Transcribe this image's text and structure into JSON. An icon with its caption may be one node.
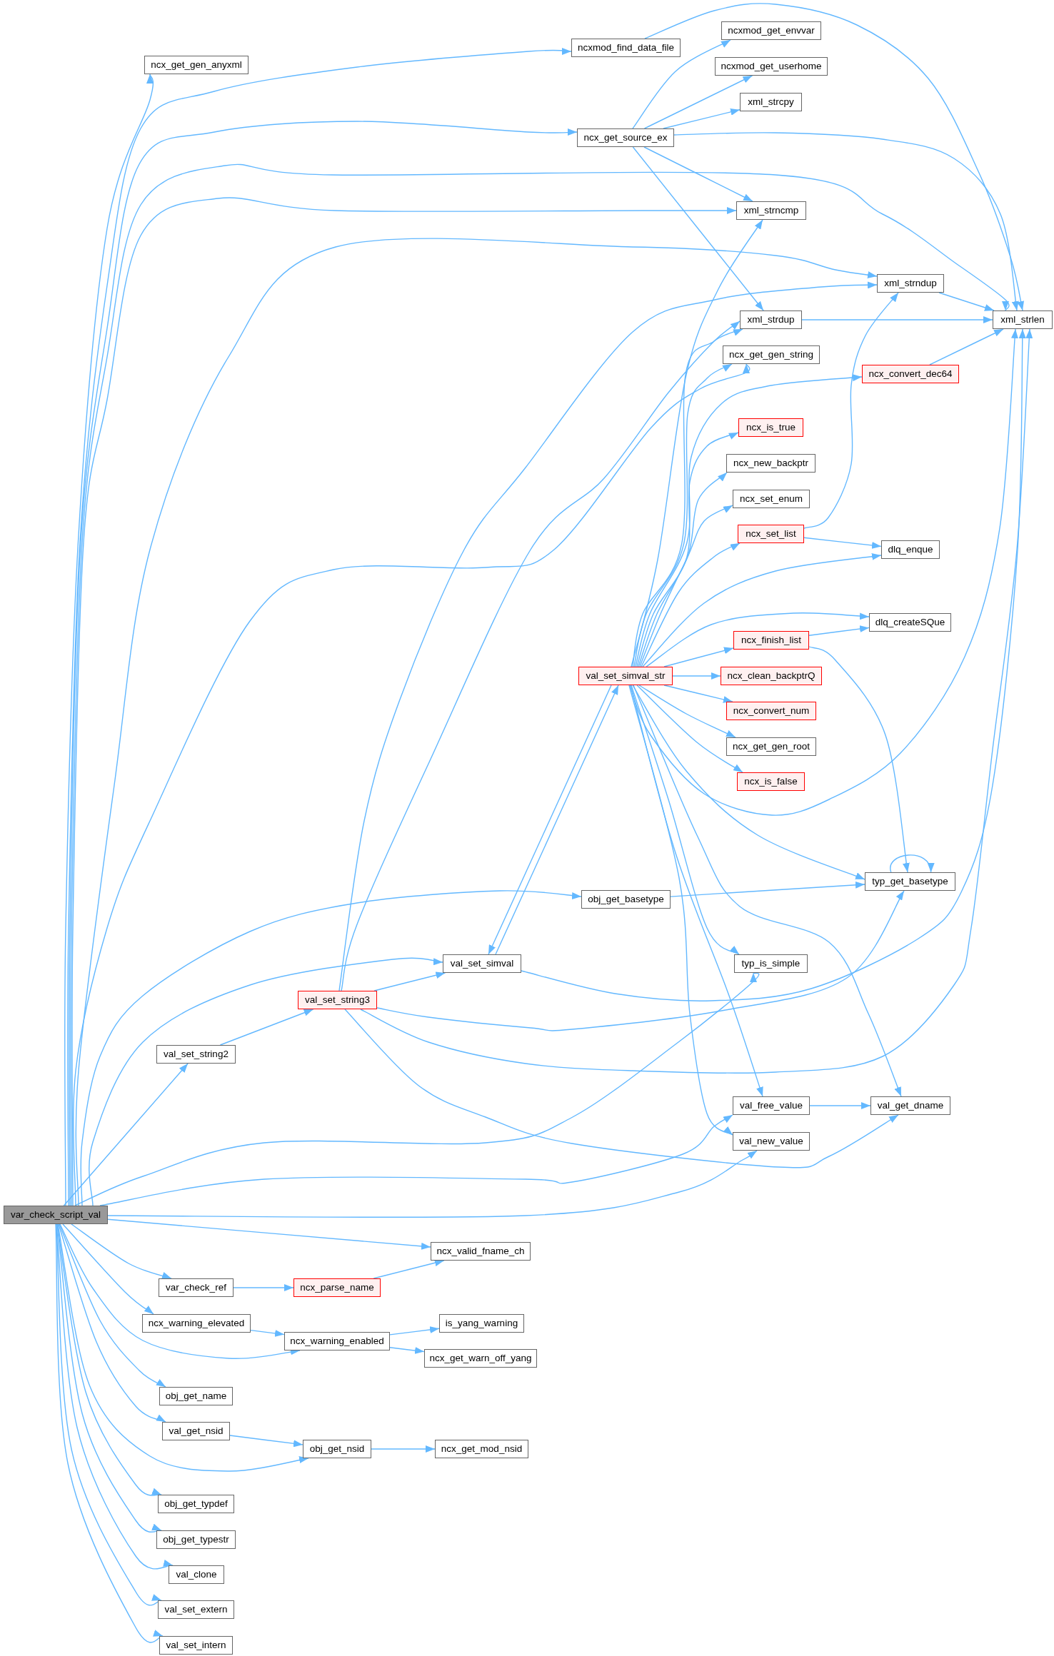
{
  "diagram": {
    "nodes": [
      {
        "text": [
          "ncx_get_gen_anyxml"
        ]
      },
      {
        "text": [
          "ncxmod_find_data_file"
        ]
      },
      {
        "text": [
          "ncxmod_get_envvar"
        ]
      },
      {
        "text": [
          "ncxmod_get_userhome"
        ]
      },
      {
        "text": [
          "xml_strcpy"
        ]
      },
      {
        "text": [
          "ncx_get_source_ex"
        ]
      },
      {
        "text": [
          "xml_strncmp"
        ]
      },
      {
        "text": [
          "xml_strndup"
        ]
      },
      {
        "text": [
          "xml_strdup"
        ]
      },
      {
        "text": [
          "xml_strlen"
        ]
      },
      {
        "text": [
          "ncx_get_gen_string"
        ]
      },
      {
        "text": [
          "ncx_convert_dec64"
        ]
      },
      {
        "text": [
          "ncx_is_true"
        ]
      },
      {
        "text": [
          "ncx_new_backptr"
        ]
      },
      {
        "text": [
          "ncx_set_enum"
        ]
      },
      {
        "text": [
          "ncx_set_list"
        ]
      },
      {
        "text": [
          "dlq_enque"
        ]
      },
      {
        "text": [
          "dlq_createSQue"
        ]
      },
      {
        "text": [
          "ncx_finish_list"
        ]
      },
      {
        "text": [
          "val_set_simval_str"
        ]
      },
      {
        "text": [
          "ncx_clean_backptrQ"
        ]
      },
      {
        "text": [
          "ncx_convert_num"
        ]
      },
      {
        "text": [
          "ncx_get_gen_root"
        ]
      },
      {
        "text": [
          "ncx_is_false"
        ]
      },
      {
        "text": [
          "typ_get_basetype"
        ]
      },
      {
        "text": [
          "obj_get_basetype"
        ]
      },
      {
        "text": [
          "val_set_simval"
        ]
      },
      {
        "text": [
          "typ_is_simple"
        ]
      },
      {
        "text": [
          "val_set_string3"
        ]
      },
      {
        "text": [
          "val_set_string2"
        ]
      },
      {
        "text": [
          "val_free_value"
        ]
      },
      {
        "text": [
          "val_get_dname"
        ]
      },
      {
        "text": [
          "val_new_value"
        ]
      },
      {
        "text": [
          "var_check_script_val"
        ]
      },
      {
        "text": [
          "ncx_valid_fname_ch"
        ]
      },
      {
        "text": [
          "var_check_ref"
        ]
      },
      {
        "text": [
          "ncx_parse_name"
        ]
      },
      {
        "text": [
          "ncx_warning_elevated"
        ]
      },
      {
        "text": [
          "is_yang_warning"
        ]
      },
      {
        "text": [
          "ncx_warning_enabled"
        ]
      },
      {
        "text": [
          "ncx_get_warn_off_yang"
        ]
      },
      {
        "text": [
          "obj_get_name"
        ]
      },
      {
        "text": [
          "val_get_nsid"
        ]
      },
      {
        "text": [
          "obj_get_nsid"
        ]
      },
      {
        "text": [
          "ncx_get_mod_nsid"
        ]
      },
      {
        "text": [
          "obj_get_typdef"
        ]
      },
      {
        "text": [
          "obj_get_typestr"
        ]
      },
      {
        "text": [
          "val_clone"
        ]
      },
      {
        "text": [
          "val_set_extern"
        ]
      },
      {
        "text": [
          "val_set_intern"
        ]
      }
    ],
    "edges": [
      {
        "from": 33,
        "to": 0,
        "arrow": "to"
      },
      {
        "from": 33,
        "to": 1,
        "arrow": "to"
      },
      {
        "from": 33,
        "to": 5,
        "arrow": "to"
      },
      {
        "from": 33,
        "to": 9,
        "arrow": "to"
      },
      {
        "from": 33,
        "to": 6,
        "arrow": "to"
      },
      {
        "from": 33,
        "to": 7,
        "arrow": "to"
      },
      {
        "from": 33,
        "to": 10,
        "arrow": "to"
      },
      {
        "from": 33,
        "to": 25,
        "arrow": "to"
      },
      {
        "from": 33,
        "to": 26,
        "arrow": "to"
      },
      {
        "from": 33,
        "to": 29,
        "arrow": "to"
      },
      {
        "from": 33,
        "to": 27,
        "arrow": "to"
      },
      {
        "from": 33,
        "to": 30,
        "arrow": "to"
      },
      {
        "from": 33,
        "to": 32,
        "arrow": "to"
      },
      {
        "from": 33,
        "to": 34,
        "arrow": "to"
      },
      {
        "from": 33,
        "to": 35,
        "arrow": "to"
      },
      {
        "from": 33,
        "to": 37,
        "arrow": "to"
      },
      {
        "from": 33,
        "to": 39,
        "arrow": "to"
      },
      {
        "from": 33,
        "to": 41,
        "arrow": "to"
      },
      {
        "from": 33,
        "to": 42,
        "arrow": "to"
      },
      {
        "from": 33,
        "to": 43,
        "arrow": "to"
      },
      {
        "from": 33,
        "to": 45,
        "arrow": "to"
      },
      {
        "from": 33,
        "to": 46,
        "arrow": "to"
      },
      {
        "from": 33,
        "to": 47,
        "arrow": "to"
      },
      {
        "from": 33,
        "to": 48,
        "arrow": "to"
      },
      {
        "from": 33,
        "to": 49,
        "arrow": "to"
      },
      {
        "from": 1,
        "to": 9,
        "arrow": "to"
      },
      {
        "from": 5,
        "to": 2,
        "arrow": "to"
      },
      {
        "from": 5,
        "to": 3,
        "arrow": "to"
      },
      {
        "from": 5,
        "to": 4,
        "arrow": "to"
      },
      {
        "from": 5,
        "to": 9,
        "arrow": "to"
      },
      {
        "from": 5,
        "to": 6,
        "arrow": "to"
      },
      {
        "from": 5,
        "to": 8,
        "arrow": "to"
      },
      {
        "from": 7,
        "to": 9,
        "arrow": "to"
      },
      {
        "from": 8,
        "to": 9,
        "arrow": "to"
      },
      {
        "from": 11,
        "to": 9,
        "arrow": "to"
      },
      {
        "from": 15,
        "to": 7,
        "arrow": "to"
      },
      {
        "from": 15,
        "to": 16,
        "arrow": "to"
      },
      {
        "from": 18,
        "to": 17,
        "arrow": "to"
      },
      {
        "from": 18,
        "to": 24,
        "arrow": "to"
      },
      {
        "from": 24,
        "to": 24,
        "arrow": "to"
      },
      {
        "from": 25,
        "to": 24,
        "arrow": "to"
      },
      {
        "from": 19,
        "to": 6,
        "arrow": "to"
      },
      {
        "from": 19,
        "to": 8,
        "arrow": "to"
      },
      {
        "from": 19,
        "to": 10,
        "arrow": "to"
      },
      {
        "from": 19,
        "to": 11,
        "arrow": "to"
      },
      {
        "from": 19,
        "to": 12,
        "arrow": "to"
      },
      {
        "from": 19,
        "to": 13,
        "arrow": "to"
      },
      {
        "from": 19,
        "to": 14,
        "arrow": "to"
      },
      {
        "from": 19,
        "to": 15,
        "arrow": "to"
      },
      {
        "from": 19,
        "to": 16,
        "arrow": "to"
      },
      {
        "from": 19,
        "to": 17,
        "arrow": "to"
      },
      {
        "from": 19,
        "to": 18,
        "arrow": "to"
      },
      {
        "from": 19,
        "to": 20,
        "arrow": "to"
      },
      {
        "from": 19,
        "to": 21,
        "arrow": "to"
      },
      {
        "from": 19,
        "to": 22,
        "arrow": "to"
      },
      {
        "from": 19,
        "to": 23,
        "arrow": "to"
      },
      {
        "from": 19,
        "to": 9,
        "arrow": "to"
      },
      {
        "from": 19,
        "to": 24,
        "arrow": "to"
      },
      {
        "from": 19,
        "to": 27,
        "arrow": "to"
      },
      {
        "from": 19,
        "to": 30,
        "arrow": "to"
      },
      {
        "from": 19,
        "to": 31,
        "arrow": "to"
      },
      {
        "from": 19,
        "to": 32,
        "arrow": "to"
      },
      {
        "from": 19,
        "to": 26,
        "arrow": "to"
      },
      {
        "from": 26,
        "to": 19,
        "arrow": "to"
      },
      {
        "from": 26,
        "to": 9,
        "arrow": "to"
      },
      {
        "from": 28,
        "to": 26,
        "arrow": "to"
      },
      {
        "from": 28,
        "to": 7,
        "arrow": "to"
      },
      {
        "from": 28,
        "to": 8,
        "arrow": "to"
      },
      {
        "from": 28,
        "to": 24,
        "arrow": "to"
      },
      {
        "from": 28,
        "to": 9,
        "arrow": "to"
      },
      {
        "from": 28,
        "to": 31,
        "arrow": "to"
      },
      {
        "from": 29,
        "to": 28,
        "arrow": "to"
      },
      {
        "from": 30,
        "to": 31,
        "arrow": "to"
      },
      {
        "from": 35,
        "to": 36,
        "arrow": "to"
      },
      {
        "from": 36,
        "to": 34,
        "arrow": "to"
      },
      {
        "from": 37,
        "to": 39,
        "arrow": "to"
      },
      {
        "from": 39,
        "to": 38,
        "arrow": "to"
      },
      {
        "from": 39,
        "to": 40,
        "arrow": "to"
      },
      {
        "from": 42,
        "to": 43,
        "arrow": "to"
      },
      {
        "from": 43,
        "to": 44,
        "arrow": "to"
      }
    ]
  }
}
